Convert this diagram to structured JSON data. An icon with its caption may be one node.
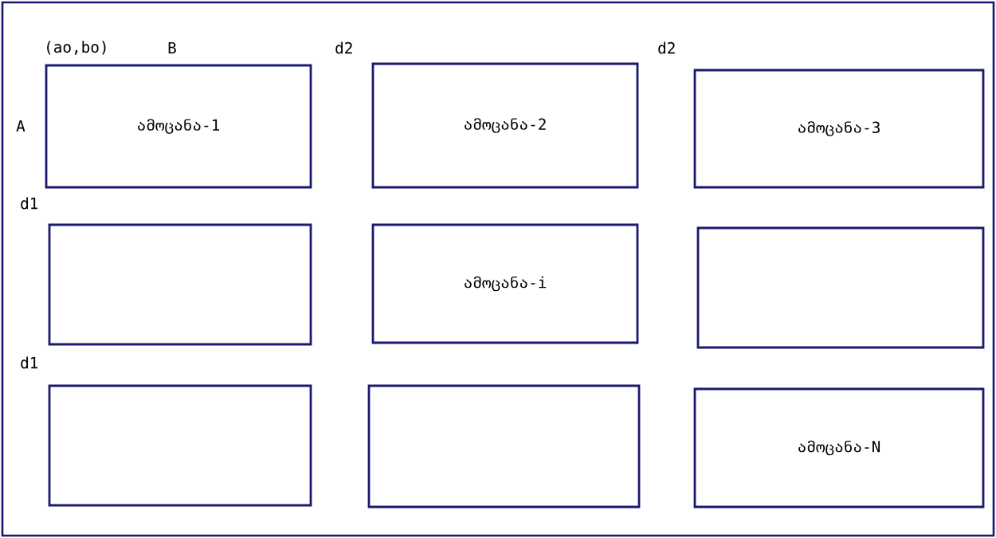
{
  "diagram": {
    "nodes": [
      {
        "text": [
          "ამოცანა-1"
        ]
      },
      {
        "text": [
          "ამოცანა-2"
        ]
      },
      {
        "text": [
          "ამოცანა-3"
        ]
      },
      {
        "text": [],
        "shape": "box"
      },
      {
        "text": [
          "ამოცანა-i"
        ]
      },
      {
        "text": [],
        "shape": "box"
      },
      {
        "text": [],
        "shape": "box"
      },
      {
        "text": [],
        "shape": "box"
      },
      {
        "text": [
          "ამოცანა-N"
        ]
      }
    ],
    "labels": [
      "(ao,bo)",
      "B",
      "d2",
      "d2",
      "A",
      "d1",
      "d1"
    ]
  }
}
